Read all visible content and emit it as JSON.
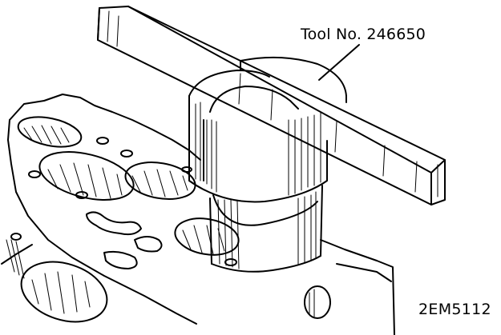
{
  "figure": {
    "callout_label": "Tool No. 246650",
    "figure_code": "2EM5112"
  },
  "colors": {
    "ink": "#000000",
    "paper": "#ffffff"
  },
  "icons": {
    "leader": "leader-line"
  }
}
